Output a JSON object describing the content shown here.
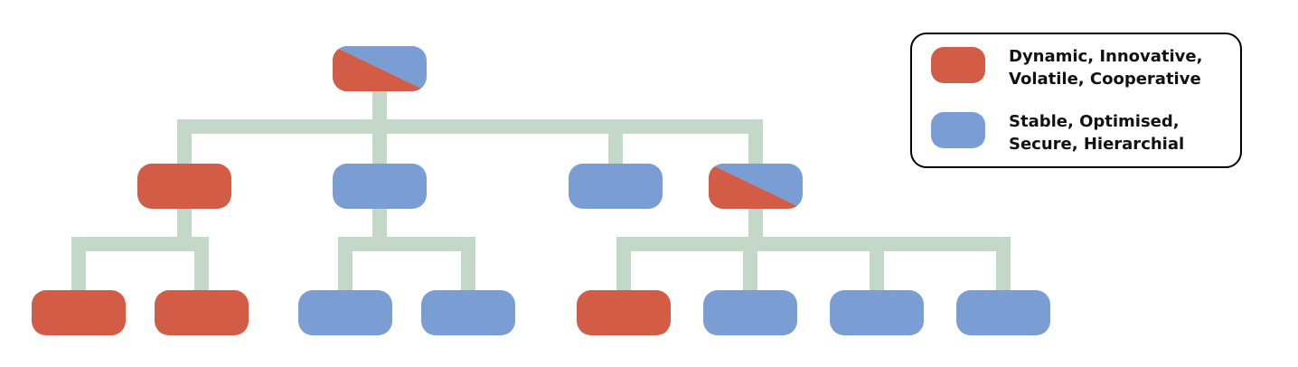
{
  "colors": {
    "red": "#d25c45",
    "blue": "#7a9dd3",
    "connector": "#c3d8c8"
  },
  "legend": {
    "items": [
      {
        "color": "#d25c45",
        "line1": "Dynamic, Innovative,",
        "line2": "Volatile, Cooperative"
      },
      {
        "color": "#7a9dd3",
        "line1": "Stable, Optimised,",
        "line2": "Secure, Hierarchial"
      }
    ]
  },
  "tree": {
    "root": {
      "type": "split"
    },
    "level2": [
      {
        "type": "red",
        "children": [
          "red",
          "red"
        ]
      },
      {
        "type": "blue",
        "children": [
          "blue",
          "blue"
        ]
      },
      {
        "type": "blue",
        "children": []
      },
      {
        "type": "split",
        "children": [
          "red",
          "blue",
          "blue",
          "blue"
        ]
      }
    ]
  }
}
